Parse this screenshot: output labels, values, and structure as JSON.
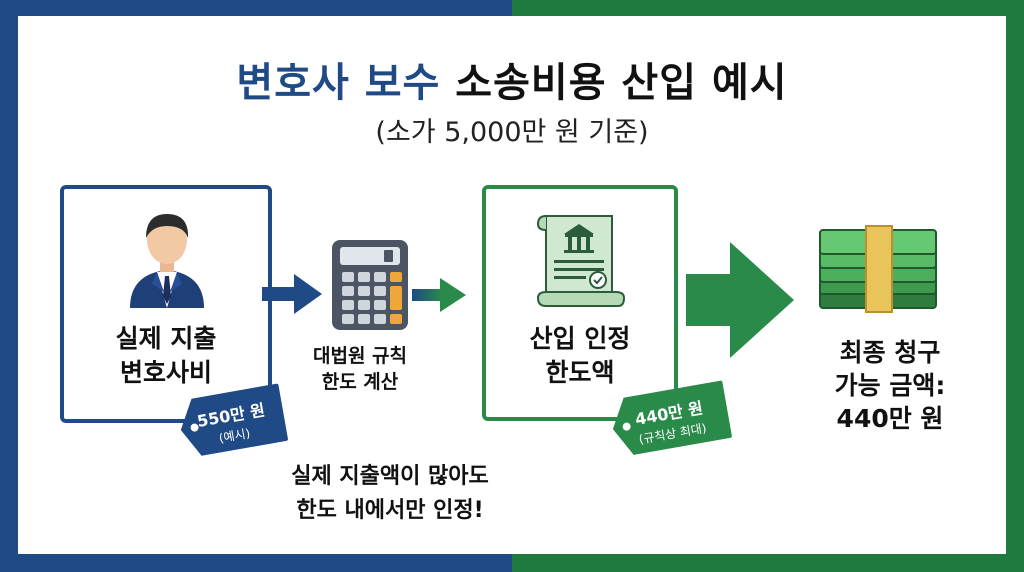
{
  "title": {
    "part1": "변호사 보수",
    "part2": "소송비용 산입 예시"
  },
  "subtitle": "(소가 5,000만 원 기준)",
  "steps": {
    "expense": {
      "line1": "실제 지출",
      "line2": "변호사비",
      "tag_amount": "550만 원",
      "tag_note": "(예시)"
    },
    "calc": {
      "line1": "대법원 규칙",
      "line2": "한도 계산"
    },
    "limit": {
      "line1": "산입 인정",
      "line2": "한도액",
      "tag_amount": "440만 원",
      "tag_note": "(규칙상 최대)"
    },
    "final": {
      "line1": "최종 청구",
      "line2": "가능 금액:",
      "line3": "440만 원"
    }
  },
  "note": {
    "line1": "실제 지출액이 많아도",
    "line2": "한도 내에서만 인정!"
  },
  "colors": {
    "blue": "#1f4a86",
    "green": "#1f7a3f",
    "accent_green": "#2a8a4a"
  },
  "icons": [
    "lawyer-icon",
    "calculator-icon",
    "court-document-icon",
    "money-stack-icon"
  ]
}
